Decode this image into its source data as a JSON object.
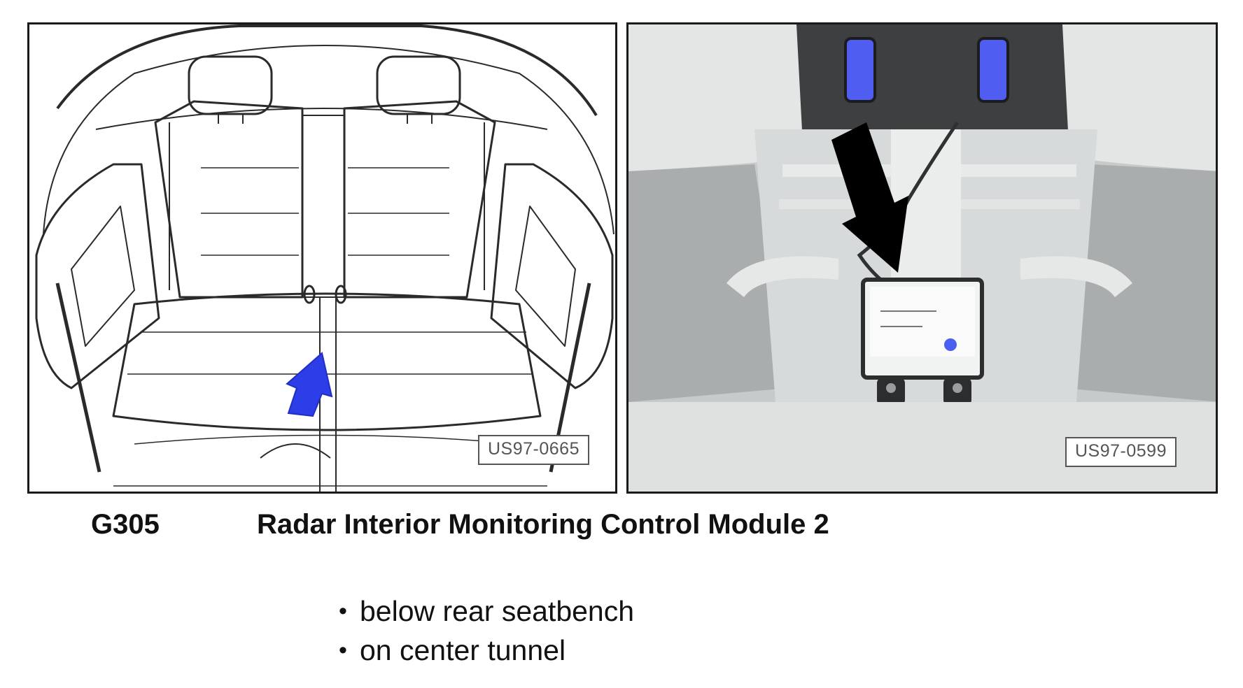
{
  "figure": {
    "left_panel": {
      "reference_label": "US97-0665",
      "arrow_color": "#2d3ee8"
    },
    "right_panel": {
      "reference_label": "US97-0599",
      "arrow_color": "#000000",
      "connector_color": "#4a5ef0"
    }
  },
  "caption": {
    "component_code": "G305",
    "component_name": "Radar Interior Monitoring Control Module 2"
  },
  "notes": [
    {
      "text": "below rear seatbench"
    },
    {
      "text": "on center tunnel"
    }
  ]
}
